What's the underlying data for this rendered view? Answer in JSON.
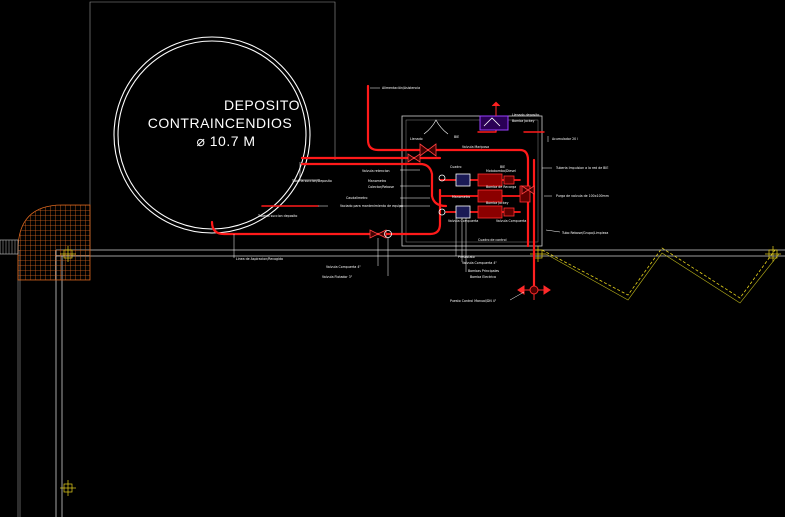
{
  "tank": {
    "line1": "DEPOSITO",
    "line2": "CONTRAINCENDIOS",
    "line3": "⌀ 10.7  M"
  },
  "labels": {
    "alimentacion": "Alimentación/Asistencia",
    "valvula_top": "Valvula Mariposa",
    "manometro": "Manometro",
    "bomba_jockey": "Bomba Jockey",
    "tuberia_succion": "Tuberia succion/Deposito",
    "valvula_ret": "Valvula retencion",
    "colector": "Colector/Rebose",
    "tuberia_deposito": "Tuberia succion deposito",
    "vaciado": "Vaciado para mantenimiento de equipo",
    "caudalimetro": "Caudalimetro",
    "cuadro": "Cuadro de control",
    "llenado_dep": "Llenado deposito",
    "linea_aspiracion": "Linea de Aspiracion/Recogida",
    "valvula_comp1": "Valvula Compuerta 4\"",
    "valvula_comp2": "Valvula Compuerta 4\"",
    "valvula_flot": "Valvula Flotador 3\"",
    "presostato": "Presostato",
    "acumulador": "Acumulador 20 l",
    "tuberia_imp": "Tuberia Impulsion a la red de BIE",
    "purga": "Purga de valvula de 100x100mm",
    "tubo_rebose": "Tubo Rebose/Grupo/Limpieza",
    "bombas": "Bombas Principales",
    "bomba_elec": "Bomba Electrica",
    "puesto_control": "Puesto Control Manual/DN 4\"",
    "lc1": "Llenado",
    "lc2": "BIE",
    "lc3": "BIE",
    "lc4": "Motobomba/Diesel",
    "lc5": "Bomba de Recarga",
    "lc6": "Bomba Jockey",
    "lc7": "Cuadro",
    "lc8": "Valvula Compuerta",
    "lc9": "Valvula Compuerta",
    "lc10": "Manometro"
  },
  "colors": {
    "background": "#000000",
    "pipe": "#ff1a1a",
    "linework": "#cfcfcf",
    "hatch": "#d9661e",
    "zigzag": "#e6d21a",
    "panel": "#8a2be2"
  }
}
